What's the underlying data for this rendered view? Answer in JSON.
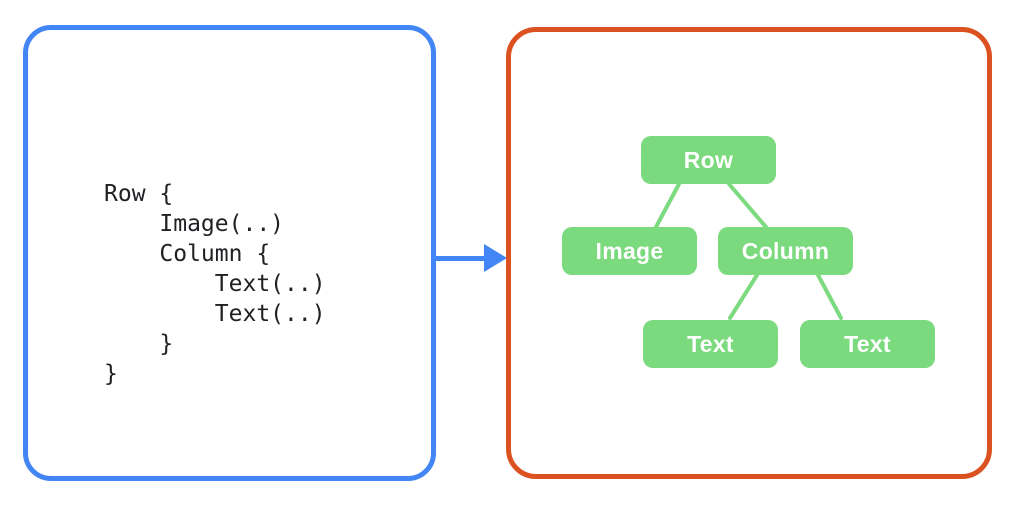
{
  "diagram": {
    "code_panel": {
      "border_color": "#4285F4",
      "code": "Row {\n    Image(..)\n    Column {\n        Text(..)\n        Text(..)\n    }\n}"
    },
    "arrow": {
      "color": "#4285F4",
      "direction": "right"
    },
    "tree_panel": {
      "border_color": "#DB5220",
      "node_color": "#7BD97E",
      "edge_color": "#7CDA7F",
      "node_text_color": "#FFFFFF",
      "nodes": [
        {
          "id": "row",
          "label": "Row",
          "level": 0
        },
        {
          "id": "image",
          "label": "Image",
          "level": 1
        },
        {
          "id": "column",
          "label": "Column",
          "level": 1
        },
        {
          "id": "text-1",
          "label": "Text",
          "level": 2
        },
        {
          "id": "text-2",
          "label": "Text",
          "level": 2
        }
      ],
      "edges": [
        {
          "from": "row",
          "to": "image"
        },
        {
          "from": "row",
          "to": "column"
        },
        {
          "from": "column",
          "to": "text-1"
        },
        {
          "from": "column",
          "to": "text-2"
        }
      ]
    }
  }
}
